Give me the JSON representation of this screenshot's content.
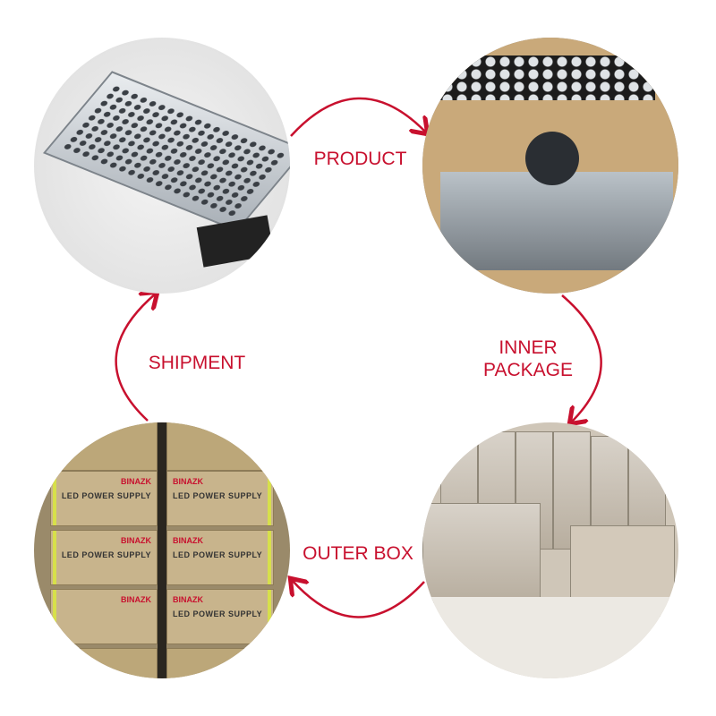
{
  "steps": [
    {
      "label": "PRODUCT"
    },
    {
      "label": "INNER PACKAGE",
      "line1": "INNER",
      "line2": "PACKAGE"
    },
    {
      "label": "OUTER BOX"
    },
    {
      "label": "SHIPMENT"
    }
  ],
  "box_print": {
    "brand": "BINAZK",
    "text": "LED POWER SUPPLY"
  },
  "colors": {
    "accent": "#c8102e"
  }
}
